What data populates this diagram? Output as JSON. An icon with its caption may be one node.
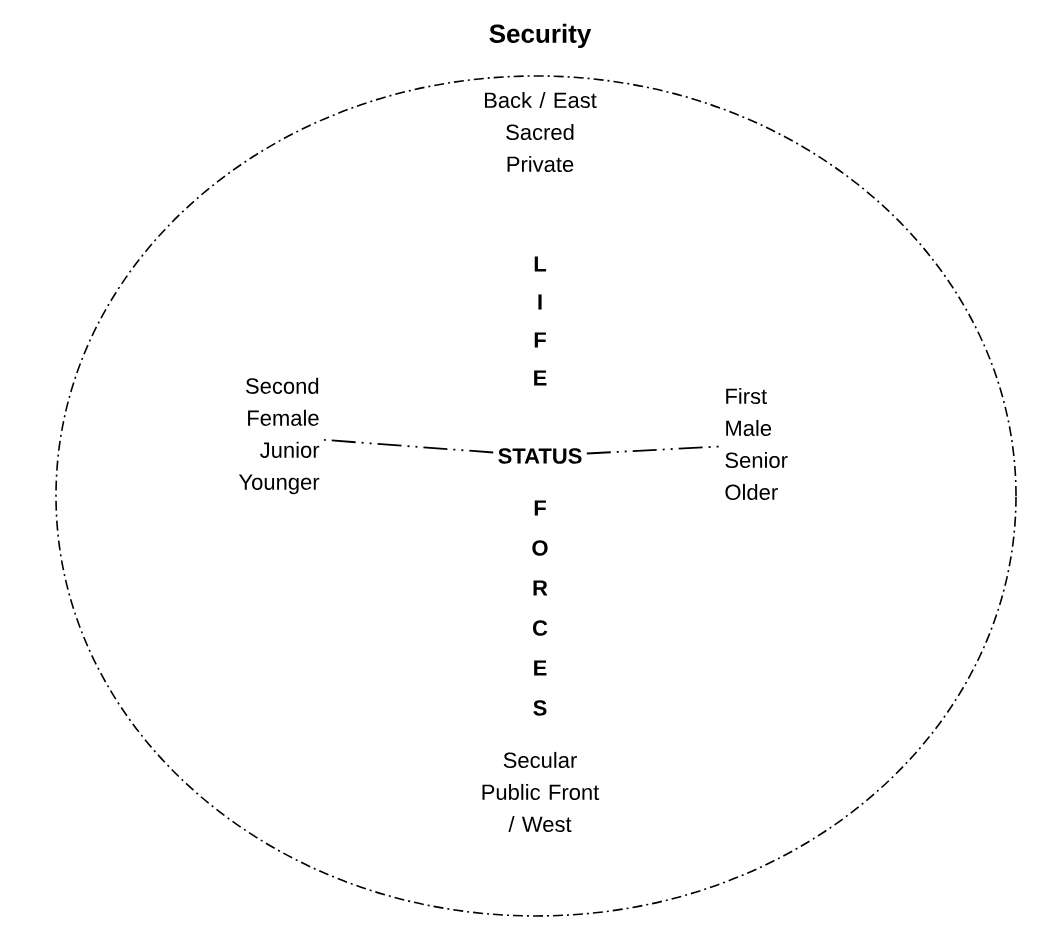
{
  "diagram": {
    "title": "Security",
    "nodes": [
      {
        "text": [],
        "shape": "ellipse"
      },
      {
        "text": [
          "Back / East Sacred Private"
        ],
        "in": 0
      },
      {
        "text": [
          "Second Female Junior Younger"
        ],
        "in": 0
      },
      {
        "text": [
          "STATUS"
        ],
        "in": 0
      },
      {
        "text": [
          "First Male Senior Older"
        ],
        "in": 0
      },
      {
        "text": [
          "Secular Public Front / West"
        ],
        "in": 0
      }
    ],
    "edges": [
      {
        "from": 3,
        "to": 2,
        "arrow": "none",
        "style": "dashed"
      },
      {
        "from": 3,
        "to": 4,
        "arrow": "none",
        "style": "dashed"
      }
    ],
    "labels": [
      "L",
      "I",
      "F",
      "E",
      "F",
      "O",
      "R",
      "C",
      "E",
      "S"
    ]
  }
}
